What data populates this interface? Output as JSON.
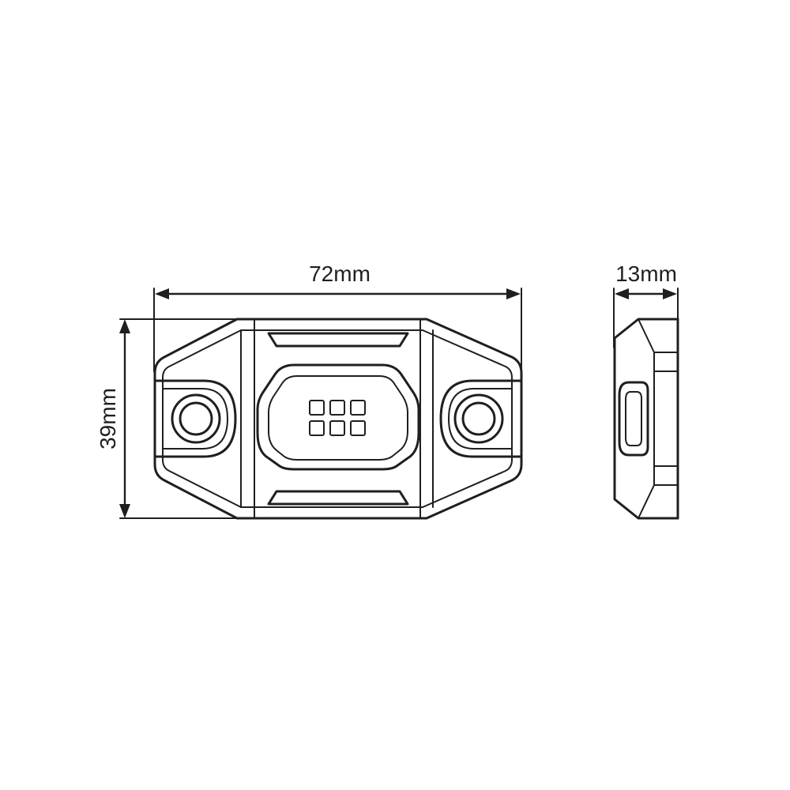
{
  "dimensions": {
    "width": "72mm",
    "height": "39mm",
    "depth": "13mm"
  },
  "colors": {
    "line": "#1f1f1f",
    "background": "#ffffff"
  },
  "icons": {
    "led_array": "led-grid-icon",
    "mounting_hole": "mounting-hole-icon"
  }
}
